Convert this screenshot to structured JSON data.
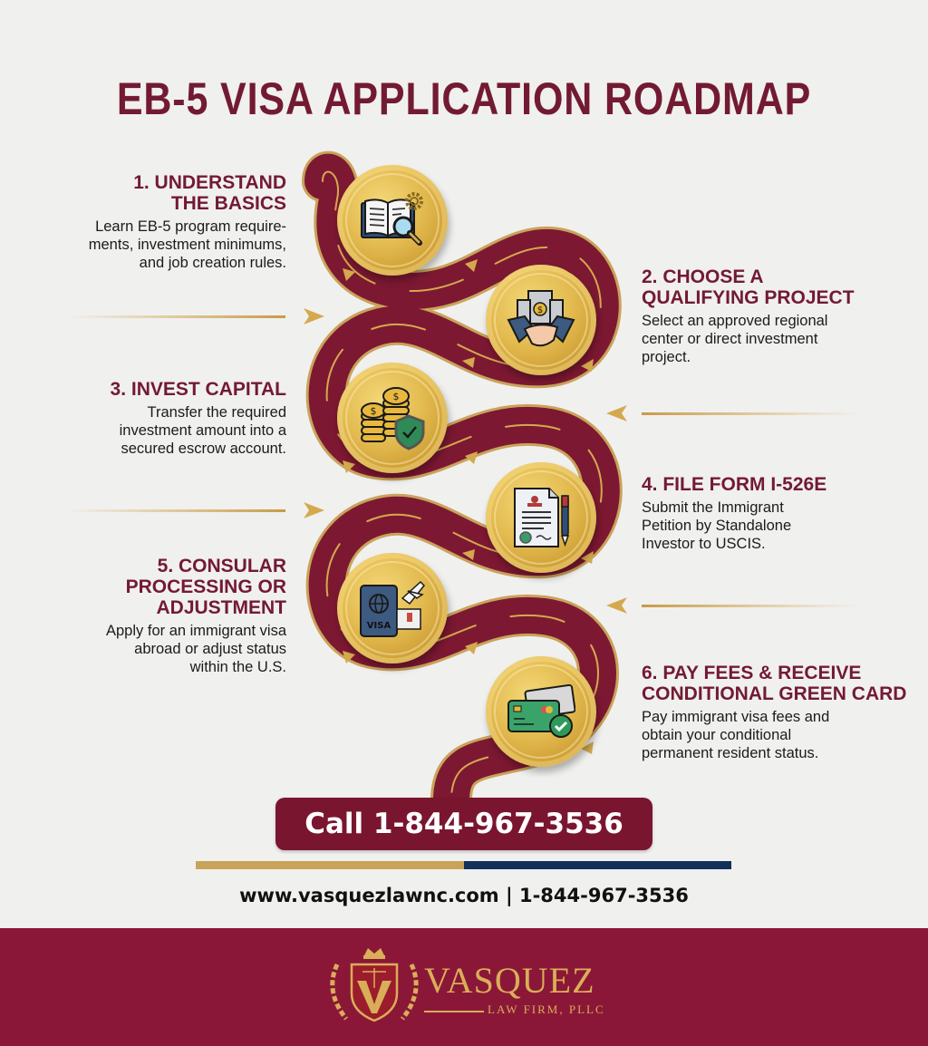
{
  "title": "EB-5 VISA APPLICATION ROADMAP",
  "steps": [
    {
      "number": 1,
      "title": "1. UNDERSTAND THE BASICS",
      "title_lines": [
        "1. UNDERSTAND",
        "THE BASICS"
      ],
      "description_lines": [
        "Learn EB-5 program require-",
        "ments, investment minimums,",
        "and job creation rules."
      ],
      "icon": "book-magnifier-gear-icon",
      "side": "left"
    },
    {
      "number": 2,
      "title": "2. CHOOSE A QUALIFYING PROJECT",
      "title_lines": [
        "2. CHOOSE A",
        "QUALIFYING PROJECT"
      ],
      "description_lines": [
        "Select an approved regional",
        "center or direct investment",
        "project."
      ],
      "icon": "building-handshake-icon",
      "side": "right"
    },
    {
      "number": 3,
      "title": "3. INVEST CAPITAL",
      "title_lines": [
        "3. INVEST CAPITAL"
      ],
      "description_lines": [
        "Transfer the required",
        "investment amount into a",
        "secured escrow account."
      ],
      "icon": "coins-shield-icon",
      "side": "left"
    },
    {
      "number": 4,
      "title": "4. FILE FORM I-526E",
      "title_lines": [
        "4. FILE FORM I-526E"
      ],
      "description_lines": [
        "Submit the Immigrant",
        "Petition by Standalone",
        "Investor to USCIS."
      ],
      "icon": "document-pen-icon",
      "side": "right"
    },
    {
      "number": 5,
      "title": "5. CONSULAR PROCESSING OR ADJUSTMENT",
      "title_lines": [
        "5. CONSULAR",
        "PROCESSING OR",
        "ADJUSTMENT"
      ],
      "description_lines": [
        "Apply for an immigrant visa",
        "abroad or adjust status",
        "within the U.S."
      ],
      "icon": "passport-plane-icon",
      "side": "left"
    },
    {
      "number": 6,
      "title": "6. PAY FEES & RECEIVE CONDITIONAL GREEN CARD",
      "title_lines": [
        "6. PAY FEES & RECEIVE",
        "CONDITIONAL GREEN CARD"
      ],
      "description_lines": [
        "Pay immigrant visa fees and",
        "obtain your conditional",
        "permanent resident status."
      ],
      "icon": "credit-card-check-icon",
      "side": "right"
    }
  ],
  "cta": {
    "label": "Call 1-844-967-3536"
  },
  "contact_line": "www.vasquezlawnc.com | 1-844-967-3536",
  "footer": {
    "brand_name": "VASQUEZ",
    "brand_subtitle": "LAW FIRM, PLLC"
  },
  "colors": {
    "maroon": "#731a33",
    "road": "#7d1832",
    "gold": "#d4a94e",
    "navy": "#14305a",
    "footer_bg": "#8b1738",
    "background": "#f0f0ef"
  }
}
